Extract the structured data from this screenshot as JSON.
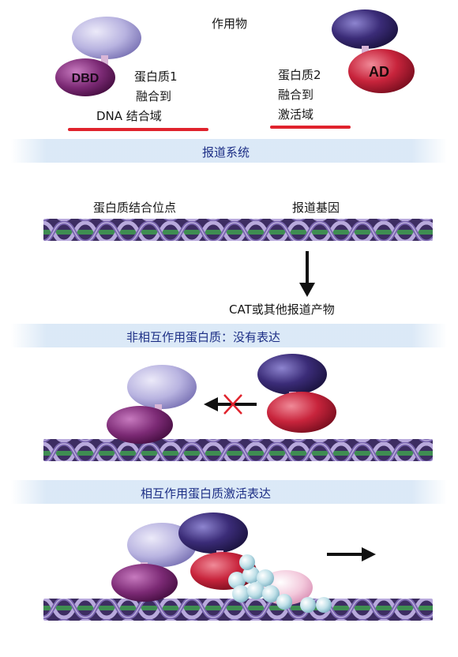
{
  "top": {
    "heading": "作用物",
    "dbd_label": "DBD",
    "ad_label": "AD",
    "protein1_lines": [
      "蛋白质1",
      "融合到",
      "DNA 结合域"
    ],
    "protein2_lines": [
      "蛋白质2",
      "融合到",
      "激活域"
    ]
  },
  "reporter": {
    "heading": "报道系统",
    "binding_site_label": "蛋白质结合位点",
    "reporter_gene_label": "报道基因",
    "product_label": "CAT或其他报道产物"
  },
  "non_interacting": {
    "heading": "非相互作用蛋白质：没有表达"
  },
  "interacting": {
    "heading": "相互作用蛋白质激活表达"
  },
  "colors": {
    "underline": "#e0232d",
    "heading_blue": "#1d2f86",
    "dna_dark": "#3a2a5e",
    "dna_green": "#3f8d52",
    "lavender": "#b5b0de",
    "purple": "#7c2a75",
    "indigo": "#3b2c78",
    "red": "#c8243c"
  }
}
